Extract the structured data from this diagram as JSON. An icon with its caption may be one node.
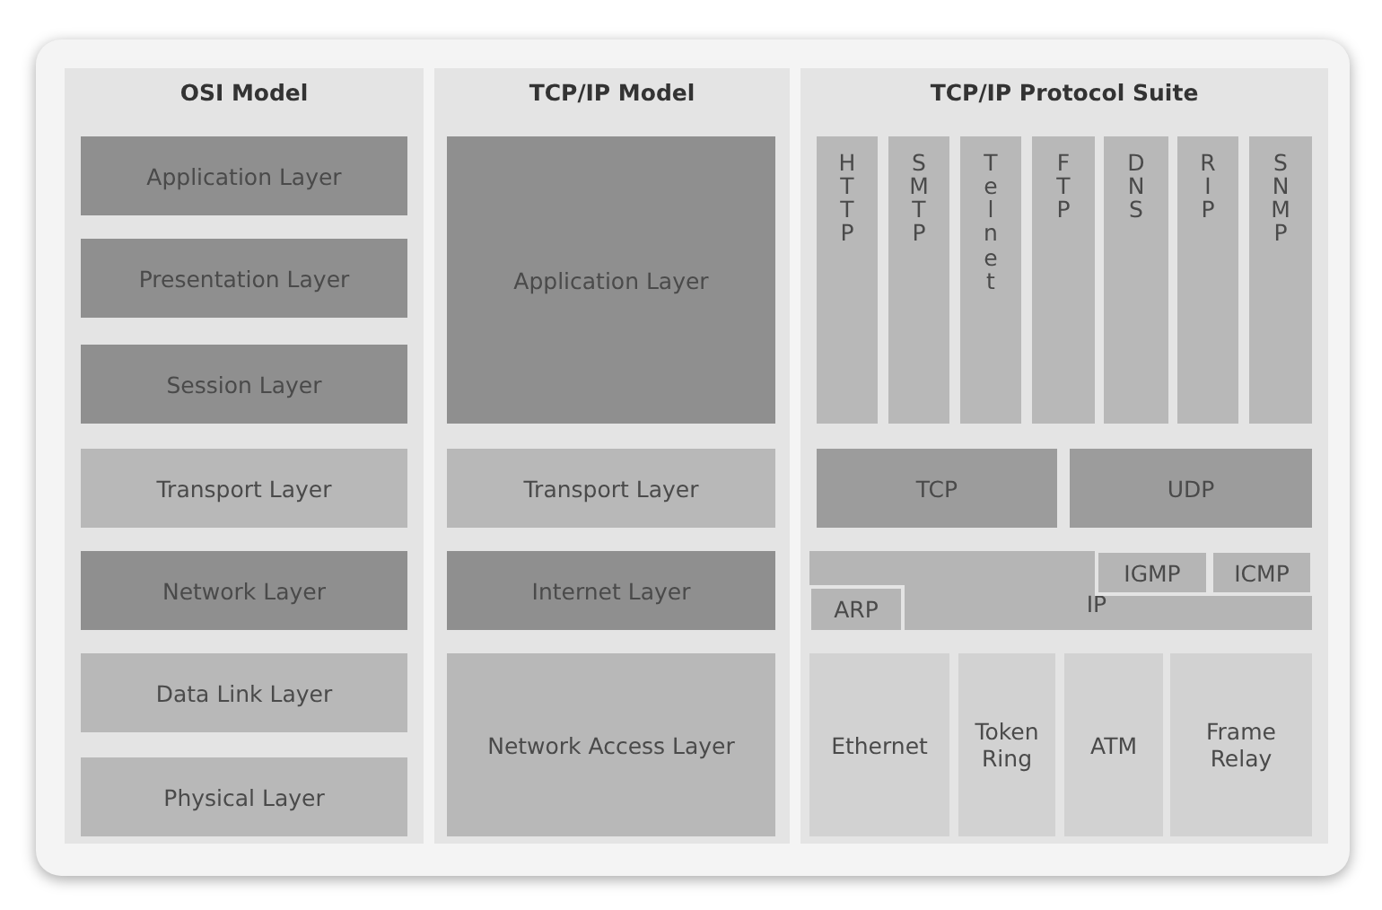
{
  "diagram": {
    "nodes": [
      {
        "text": [
          "OSI Model"
        ]
      },
      {
        "text": [
          "Application Layer"
        ],
        "in": 0
      },
      {
        "text": [
          "Presentation Layer"
        ],
        "in": 0
      },
      {
        "text": [
          "Session Layer"
        ],
        "in": 0
      },
      {
        "text": [
          "Transport Layer"
        ],
        "in": 0
      },
      {
        "text": [
          "Network Layer"
        ],
        "in": 0
      },
      {
        "text": [
          "Data Link Layer"
        ],
        "in": 0
      },
      {
        "text": [
          "Physical Layer"
        ],
        "in": 0
      },
      {
        "text": [
          "TCP/IP Model"
        ]
      },
      {
        "text": [
          "Application Layer"
        ],
        "in": 8
      },
      {
        "text": [
          "Transport Layer"
        ],
        "in": 8
      },
      {
        "text": [
          "Internet Layer"
        ],
        "in": 8
      },
      {
        "text": [
          "Network Access Layer"
        ],
        "in": 8
      },
      {
        "text": [
          "TCP/IP Protocol Suite"
        ]
      },
      {
        "text": [
          "HTTP"
        ],
        "in": 13
      },
      {
        "text": [
          "SMTP"
        ],
        "in": 13
      },
      {
        "text": [
          "Telnet"
        ],
        "in": 13
      },
      {
        "text": [
          "FTP"
        ],
        "in": 13
      },
      {
        "text": [
          "DNS"
        ],
        "in": 13
      },
      {
        "text": [
          "RIP"
        ],
        "in": 13
      },
      {
        "text": [
          "SNMP"
        ],
        "in": 13
      },
      {
        "text": [
          "TCP"
        ],
        "in": 13
      },
      {
        "text": [
          "UDP"
        ],
        "in": 13
      },
      {
        "text": [
          "IP"
        ],
        "in": 13
      },
      {
        "text": [
          "IGMP"
        ],
        "in": 23
      },
      {
        "text": [
          "ICMP"
        ],
        "in": 23
      },
      {
        "text": [
          "ARP"
        ],
        "in": 23
      },
      {
        "text": [
          "Ethernet"
        ],
        "in": 13
      },
      {
        "text": [
          "Token Ring"
        ],
        "in": 13
      },
      {
        "text": [
          "ATM"
        ],
        "in": 13
      },
      {
        "text": [
          "Frame Relay"
        ],
        "in": 13
      }
    ]
  }
}
